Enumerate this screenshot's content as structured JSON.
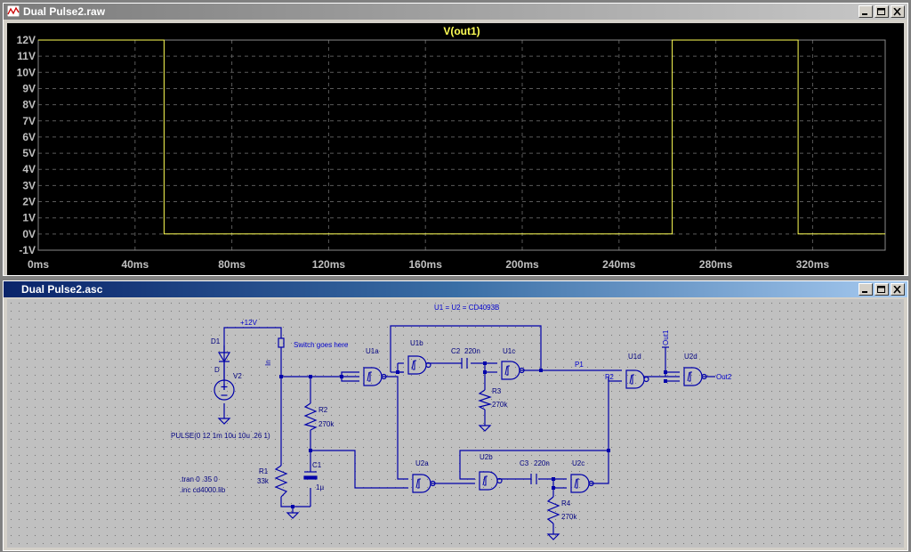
{
  "waveform_window": {
    "title": "Dual Pulse2.raw",
    "trace_label": "V(out1)",
    "y_ticks": [
      "12V",
      "11V",
      "10V",
      "9V",
      "8V",
      "7V",
      "6V",
      "5V",
      "4V",
      "3V",
      "2V",
      "1V",
      "0V",
      "-1V"
    ],
    "x_ticks": [
      "0ms",
      "40ms",
      "80ms",
      "120ms",
      "160ms",
      "200ms",
      "240ms",
      "280ms",
      "320ms"
    ],
    "colors": {
      "background": "#000000",
      "trace": "#ffff55",
      "axis_text": "#c0c0c0",
      "grid": "#5a5a5a"
    }
  },
  "chart_data": {
    "type": "line",
    "title": "V(out1)",
    "xlabel": "",
    "ylabel": "",
    "xlim": [
      0,
      350
    ],
    "ylim": [
      -1,
      12
    ],
    "x_unit": "ms",
    "y_unit": "V",
    "grid": true,
    "series": [
      {
        "name": "V(out1)",
        "x": [
          0,
          52,
          52,
          262,
          262,
          314,
          314,
          350
        ],
        "y": [
          12,
          12,
          0,
          0,
          12,
          12,
          0,
          0
        ]
      }
    ]
  },
  "schematic_window": {
    "title": "Dual Pulse2.asc",
    "header_note": "U1 = U2 = CD4093B",
    "supply_label": "+12V",
    "switch_note": "Switch goes here",
    "net_in": "In",
    "net_p1": "P1",
    "net_p2": "P2",
    "net_out1": "Out1",
    "net_out2": "Out2",
    "d1": "D1",
    "d_label": "D",
    "v2": "V2",
    "pulse": "PULSE(0 12 1m 10u 10u .26 1)",
    "tran": ".tran 0 .35 0",
    "inc": ".inc cd4000.lib",
    "r1": "R1",
    "r1_val": "33k",
    "r2": "R2",
    "r2_val": "270k",
    "r3": "R3",
    "r3_val": "270k",
    "r4": "R4",
    "r4_val": "270k",
    "c1": "C1",
    "c1_val": "1µ",
    "c2": "C2",
    "c2_val": "220n",
    "c3": "C3",
    "c3_val": "220n",
    "u1a": "U1a",
    "u1b": "U1b",
    "u1c": "U1c",
    "u1d": "U1d",
    "u2a": "U2a",
    "u2b": "U2b",
    "u2c": "U2c",
    "u2d": "U2d",
    "colors": {
      "wire": "#0000aa",
      "text": "#0000cc",
      "background": "#c0c0c0"
    }
  }
}
